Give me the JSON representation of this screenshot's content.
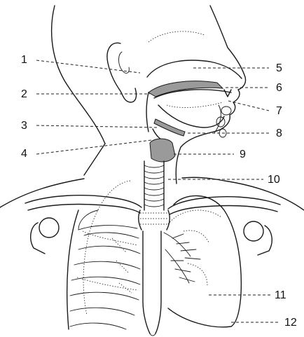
{
  "callouts": [
    {
      "id": "1",
      "label": "1"
    },
    {
      "id": "2",
      "label": "2"
    },
    {
      "id": "3",
      "label": "3"
    },
    {
      "id": "4",
      "label": "4"
    },
    {
      "id": "5",
      "label": "5"
    },
    {
      "id": "6",
      "label": "6"
    },
    {
      "id": "7",
      "label": "7"
    },
    {
      "id": "8",
      "label": "8"
    },
    {
      "id": "9",
      "label": "9"
    },
    {
      "id": "10",
      "label": "10"
    },
    {
      "id": "11",
      "label": "11"
    },
    {
      "id": "12",
      "label": "12"
    }
  ],
  "colors": {
    "ink": "#1a1a1a",
    "shade": "#9a9a9a",
    "background": "#ffffff"
  }
}
